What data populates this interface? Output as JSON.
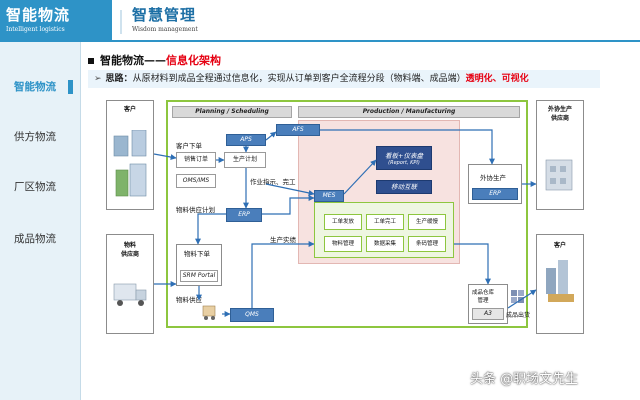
{
  "brand": {
    "title": "智能物流",
    "subtitle": "Intelligent logistics"
  },
  "header": {
    "title": "智慧管理",
    "subtitle": "Wisdom management"
  },
  "sidebar": {
    "items": [
      {
        "label": "智能物流",
        "active": true
      },
      {
        "label": "供方物流",
        "active": false
      },
      {
        "label": "厂区物流",
        "active": false
      },
      {
        "label": "成品物流",
        "active": false
      }
    ]
  },
  "heading": {
    "prefix": "智能物流——",
    "accent": "信息化架构"
  },
  "thinking": {
    "label": "思路：",
    "text": "从原材料到成品全程通过信息化，实现从订单到客户全流程分段（物料端、成品端）",
    "highlight": "透明化、可视化"
  },
  "diagram": {
    "customer_left": "客户",
    "supplier_left": "物料\n供应商",
    "outsource": "外协生产\n供应商",
    "customer_right": "客户",
    "planning_header": "Planning / Scheduling",
    "production_header": "Production / Manufacturing",
    "order_label": "客户下单",
    "sales_order": "销售订单",
    "production_plan": "生产计划",
    "oms": "OMS/IMS",
    "aps": "APS",
    "afs": "AFS",
    "erp": "ERP",
    "dashboard_title": "看板+仪表盘",
    "dashboard_sub": "(Report, KPI)",
    "mobile": "移动互联",
    "mes": "MES",
    "work_label": "作业指示、完工",
    "supply_plan_label": "物料供应计划",
    "production_in_label": "生产实绩",
    "purchase_order": "物料下单",
    "srm": "SRM Portal",
    "material_supply": "物料供应",
    "qms": "QMS",
    "outsource_inner": "外协生产",
    "erp_right": "ERP",
    "cells": [
      [
        "工单发放",
        "工单完工",
        "生产缓慢"
      ],
      [
        "物料管理",
        "数据采集",
        "条码管理"
      ]
    ],
    "warehouse": "成品仓库\n管理",
    "a3": "A3",
    "ship": "成品出货"
  },
  "watermark": "头条 @职场文先生",
  "colors": {
    "accent": "#2e93c7",
    "red": "#e60012",
    "green_frame": "#8dc63f",
    "blue_box": "#4a7ebb"
  }
}
